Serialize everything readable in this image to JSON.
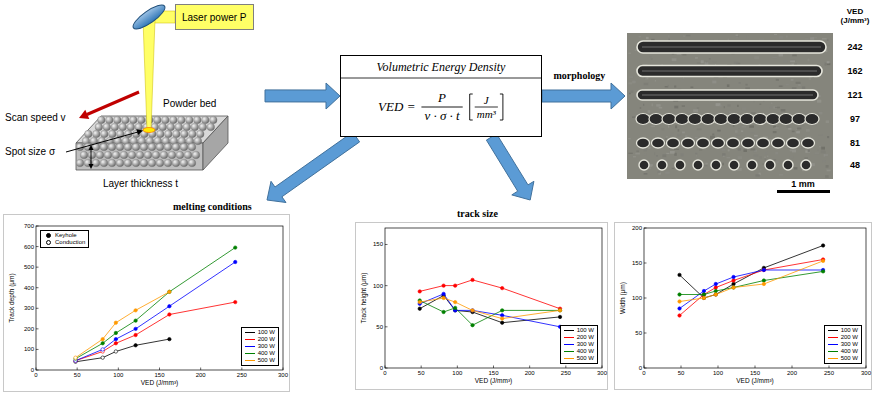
{
  "diagram": {
    "nodes": [
      {
        "text": [
          "Scan speed v",
          "Spot size σ",
          "Powder bed",
          "Layer thickness t"
        ]
      },
      {
        "text": [
          "Laser power P"
        ],
        "in": 0
      },
      {
        "text": [
          "Volumetric Energy Density",
          "VED =",
          "P",
          "v · σ · t",
          "J",
          "mm³"
        ]
      },
      {
        "text": [
          "VED (J/mm³)",
          "242",
          "162",
          "121",
          "97",
          "81",
          "48",
          "1 mm"
        ]
      },
      {
        "text": [
          "melting conditions",
          "Track depth (μm)",
          "VED (J/mm³)",
          "0",
          "100",
          "200",
          "300",
          "400",
          "500",
          "600",
          "700",
          "0",
          "50",
          "100",
          "150",
          "200",
          "250",
          "300"
        ]
      },
      {
        "text": [
          "track size"
        ]
      },
      {
        "text": [
          "Track height (μm)",
          "VED (J/mm³)",
          "0",
          "50",
          "100",
          "150",
          "0",
          "50",
          "100",
          "150",
          "200",
          "250",
          "300"
        ],
        "in": 5
      },
      {
        "text": [
          "Width (μm)",
          "VED (J/mm³)",
          "0",
          "50",
          "100",
          "150",
          "200",
          "0",
          "50",
          "100",
          "150",
          "200",
          "250",
          "300"
        ],
        "in": 5
      }
    ],
    "edges": [
      {
        "from": 0,
        "to": 2,
        "arrow": "to"
      },
      {
        "from": 2,
        "to": 3,
        "arrow": "to",
        "label": "morphology"
      },
      {
        "from": 2,
        "to": 4,
        "arrow": "to"
      },
      {
        "from": 2,
        "to": 5,
        "arrow": "to"
      }
    ],
    "legend": [
      {
        "text": "Keyhole"
      },
      {
        "text": "Conduction"
      },
      {
        "text": "100 W",
        "color": "#000000"
      },
      {
        "text": "200 W",
        "color": "#ff0000"
      },
      {
        "text": "300 W",
        "color": "#0000ff"
      },
      {
        "text": "400 W",
        "color": "#008000"
      },
      {
        "text": "500 W",
        "color": "#ff9900"
      },
      {
        "text": "100 W",
        "color": "#000000"
      },
      {
        "text": "200 W",
        "color": "#ff0000"
      },
      {
        "text": "300 W",
        "color": "#0000ff"
      },
      {
        "text": "400 W",
        "color": "#008000"
      },
      {
        "text": "500 W",
        "color": "#ff9900"
      },
      {
        "text": "100 W",
        "color": "#000000"
      },
      {
        "text": "200 W",
        "color": "#ff0000"
      },
      {
        "text": "300 W",
        "color": "#0000ff"
      },
      {
        "text": "400 W",
        "color": "#008000"
      },
      {
        "text": "500 W",
        "color": "#ff9900"
      }
    ]
  }
}
